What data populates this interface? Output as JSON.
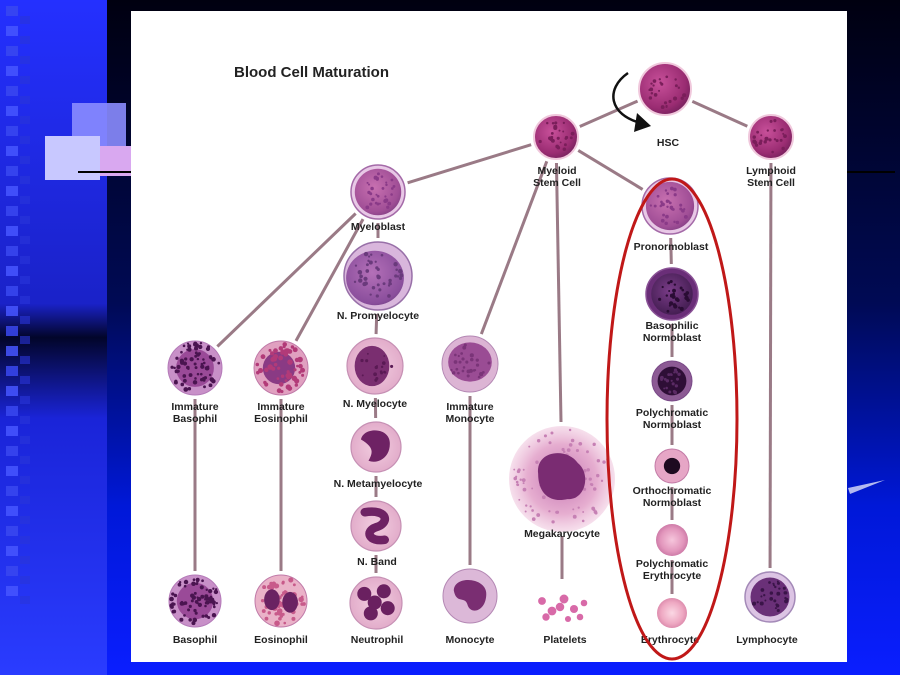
{
  "diagram": {
    "title": "Blood Cell Maturation",
    "highlight_color": "#c01818",
    "line_color": "#9a7a86",
    "nodes": [
      {
        "id": "hsc",
        "label": "HSC",
        "kind": "stem"
      },
      {
        "id": "myeloid",
        "label": "Myeloid\nStem Cell",
        "kind": "stem"
      },
      {
        "id": "lymphoid",
        "label": "Lymphoid\nStem Cell",
        "kind": "stem"
      },
      {
        "id": "myeloblast",
        "label": "Myeloblast",
        "kind": "blast"
      },
      {
        "id": "promyelocyte",
        "label": "N. Promyelocyte",
        "kind": "big"
      },
      {
        "id": "myelocyte",
        "label": "N. Myelocyte",
        "kind": "myelocyte"
      },
      {
        "id": "metamyelocyte",
        "label": "N. Metamyelocyte",
        "kind": "kidney"
      },
      {
        "id": "band",
        "label": "N. Band",
        "kind": "band"
      },
      {
        "id": "neutrophil",
        "label": "Neutrophil",
        "kind": "segmented"
      },
      {
        "id": "imm_basophil",
        "label": "Immature\nBasophil",
        "kind": "granular"
      },
      {
        "id": "basophil",
        "label": "Basophil",
        "kind": "granular"
      },
      {
        "id": "imm_eosinophil",
        "label": "Immature\nEosinophil",
        "kind": "eos"
      },
      {
        "id": "eosinophil",
        "label": "Eosinophil",
        "kind": "eos_mature"
      },
      {
        "id": "imm_monocyte",
        "label": "Immature\nMonocyte",
        "kind": "mono"
      },
      {
        "id": "monocyte",
        "label": "Monocyte",
        "kind": "mono_mature"
      },
      {
        "id": "megakaryocyte",
        "label": "Megakaryocyte",
        "kind": "mega"
      },
      {
        "id": "platelets",
        "label": "Platelets",
        "kind": "platelets"
      },
      {
        "id": "pronormoblast",
        "label": "Pronormoblast",
        "kind": "blast"
      },
      {
        "id": "baso_normoblast",
        "label": "Basophilic\nNormoblast",
        "kind": "dark"
      },
      {
        "id": "poly_normoblast",
        "label": "Polychromatic\nNormoblast",
        "kind": "darker"
      },
      {
        "id": "ortho_normoblast",
        "label": "Orthochromatic\nNormoblast",
        "kind": "ortho"
      },
      {
        "id": "poly_erythrocyte",
        "label": "Polychromatic\nErythrocyte",
        "kind": "rbc_poly"
      },
      {
        "id": "erythrocyte",
        "label": "Erythrocyte",
        "kind": "rbc"
      },
      {
        "id": "lymphocyte",
        "label": "Lymphocyte",
        "kind": "lymph"
      }
    ],
    "edges": [
      [
        "hsc",
        "myeloid"
      ],
      [
        "hsc",
        "lymphoid"
      ],
      [
        "myeloid",
        "myeloblast"
      ],
      [
        "myeloid",
        "imm_monocyte"
      ],
      [
        "myeloid",
        "megakaryocyte"
      ],
      [
        "myeloid",
        "pronormoblast"
      ],
      [
        "lymphoid",
        "lymphocyte"
      ],
      [
        "myeloblast",
        "promyelocyte"
      ],
      [
        "myeloblast",
        "imm_basophil"
      ],
      [
        "myeloblast",
        "imm_eosinophil"
      ],
      [
        "promyelocyte",
        "myelocyte"
      ],
      [
        "myelocyte",
        "metamyelocyte"
      ],
      [
        "metamyelocyte",
        "band"
      ],
      [
        "band",
        "neutrophil"
      ],
      [
        "imm_basophil",
        "basophil"
      ],
      [
        "imm_eosinophil",
        "eosinophil"
      ],
      [
        "imm_monocyte",
        "monocyte"
      ],
      [
        "megakaryocyte",
        "platelets"
      ],
      [
        "pronormoblast",
        "baso_normoblast"
      ],
      [
        "baso_normoblast",
        "poly_normoblast"
      ],
      [
        "poly_normoblast",
        "ortho_normoblast"
      ],
      [
        "ortho_normoblast",
        "poly_erythrocyte"
      ],
      [
        "poly_erythrocyte",
        "erythrocyte"
      ]
    ]
  }
}
